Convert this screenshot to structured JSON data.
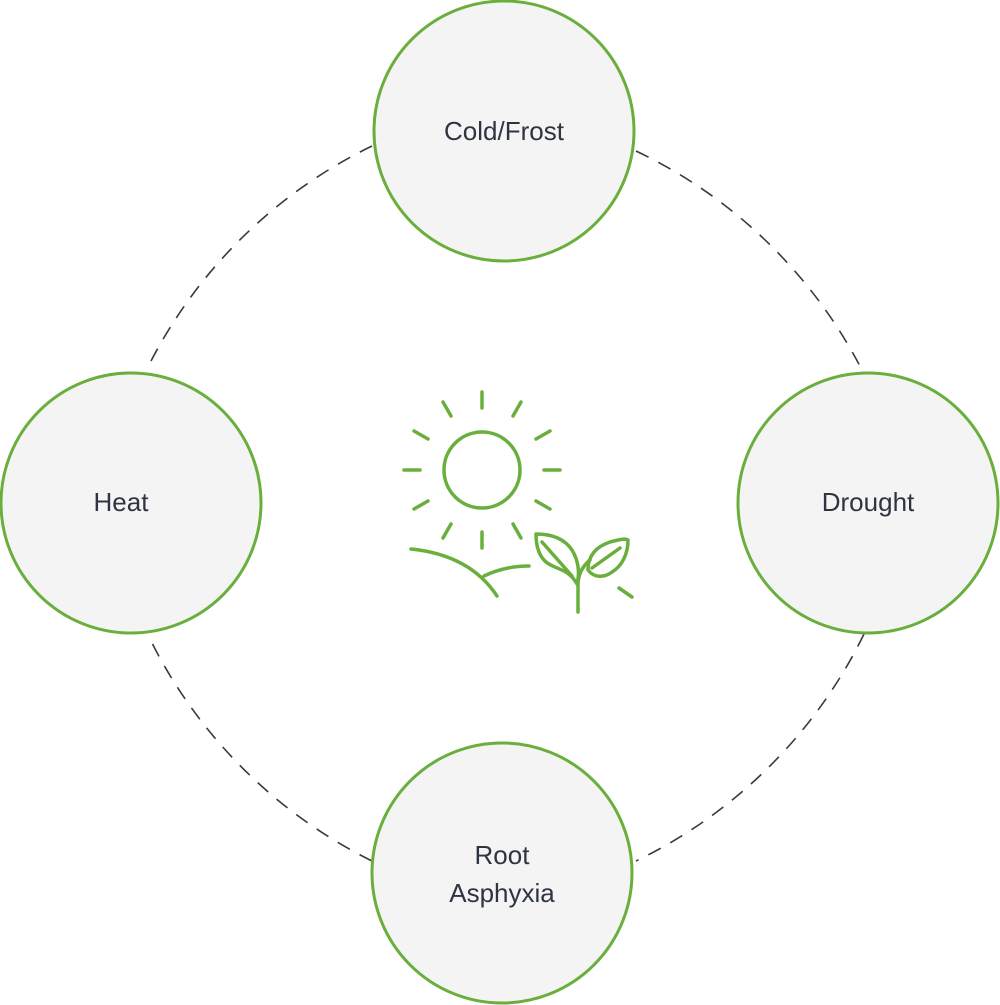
{
  "colors": {
    "accent": "#6aaf3d",
    "node_fill": "#f4f4f4",
    "connector": "#3a3a3a",
    "text": "#2e3440",
    "background": "#ffffff"
  },
  "center_icon": "sun-and-sprout-icon",
  "nodes": {
    "top": {
      "label_lines": [
        "Cold/Frost"
      ]
    },
    "right": {
      "label_lines": [
        "Drought"
      ]
    },
    "bottom": {
      "label_lines": [
        "Root",
        "Asphyxia"
      ]
    },
    "left": {
      "label_lines": [
        "Heat"
      ]
    }
  }
}
